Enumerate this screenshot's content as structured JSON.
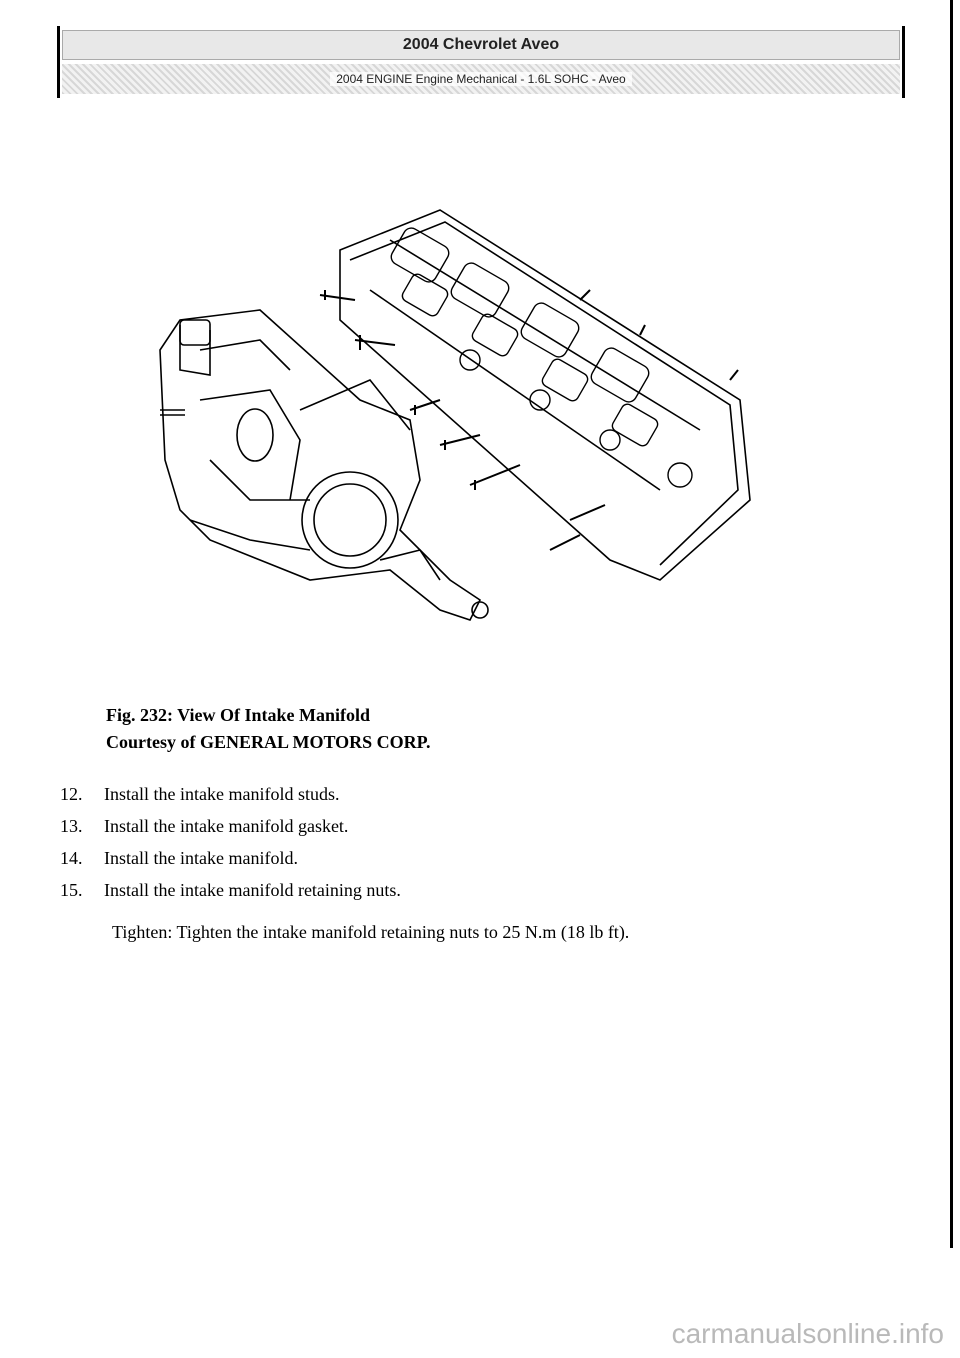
{
  "header": {
    "title": "2004 Chevrolet Aveo",
    "subtitle": "2004 ENGINE Engine Mechanical - 1.6L SOHC - Aveo"
  },
  "figure": {
    "caption_line1": "Fig. 232: View Of Intake Manifold",
    "caption_line2": "Courtesy of GENERAL MOTORS CORP."
  },
  "steps": [
    {
      "num": "12.",
      "text": "Install the intake manifold studs."
    },
    {
      "num": "13.",
      "text": "Install the intake manifold gasket."
    },
    {
      "num": "14.",
      "text": "Install the intake manifold."
    },
    {
      "num": "15.",
      "text": "Install the intake manifold retaining nuts."
    }
  ],
  "note": "Tighten: Tighten the intake manifold retaining nuts to 25 N.m (18 lb ft).",
  "watermark": "carmanualsonline.info"
}
